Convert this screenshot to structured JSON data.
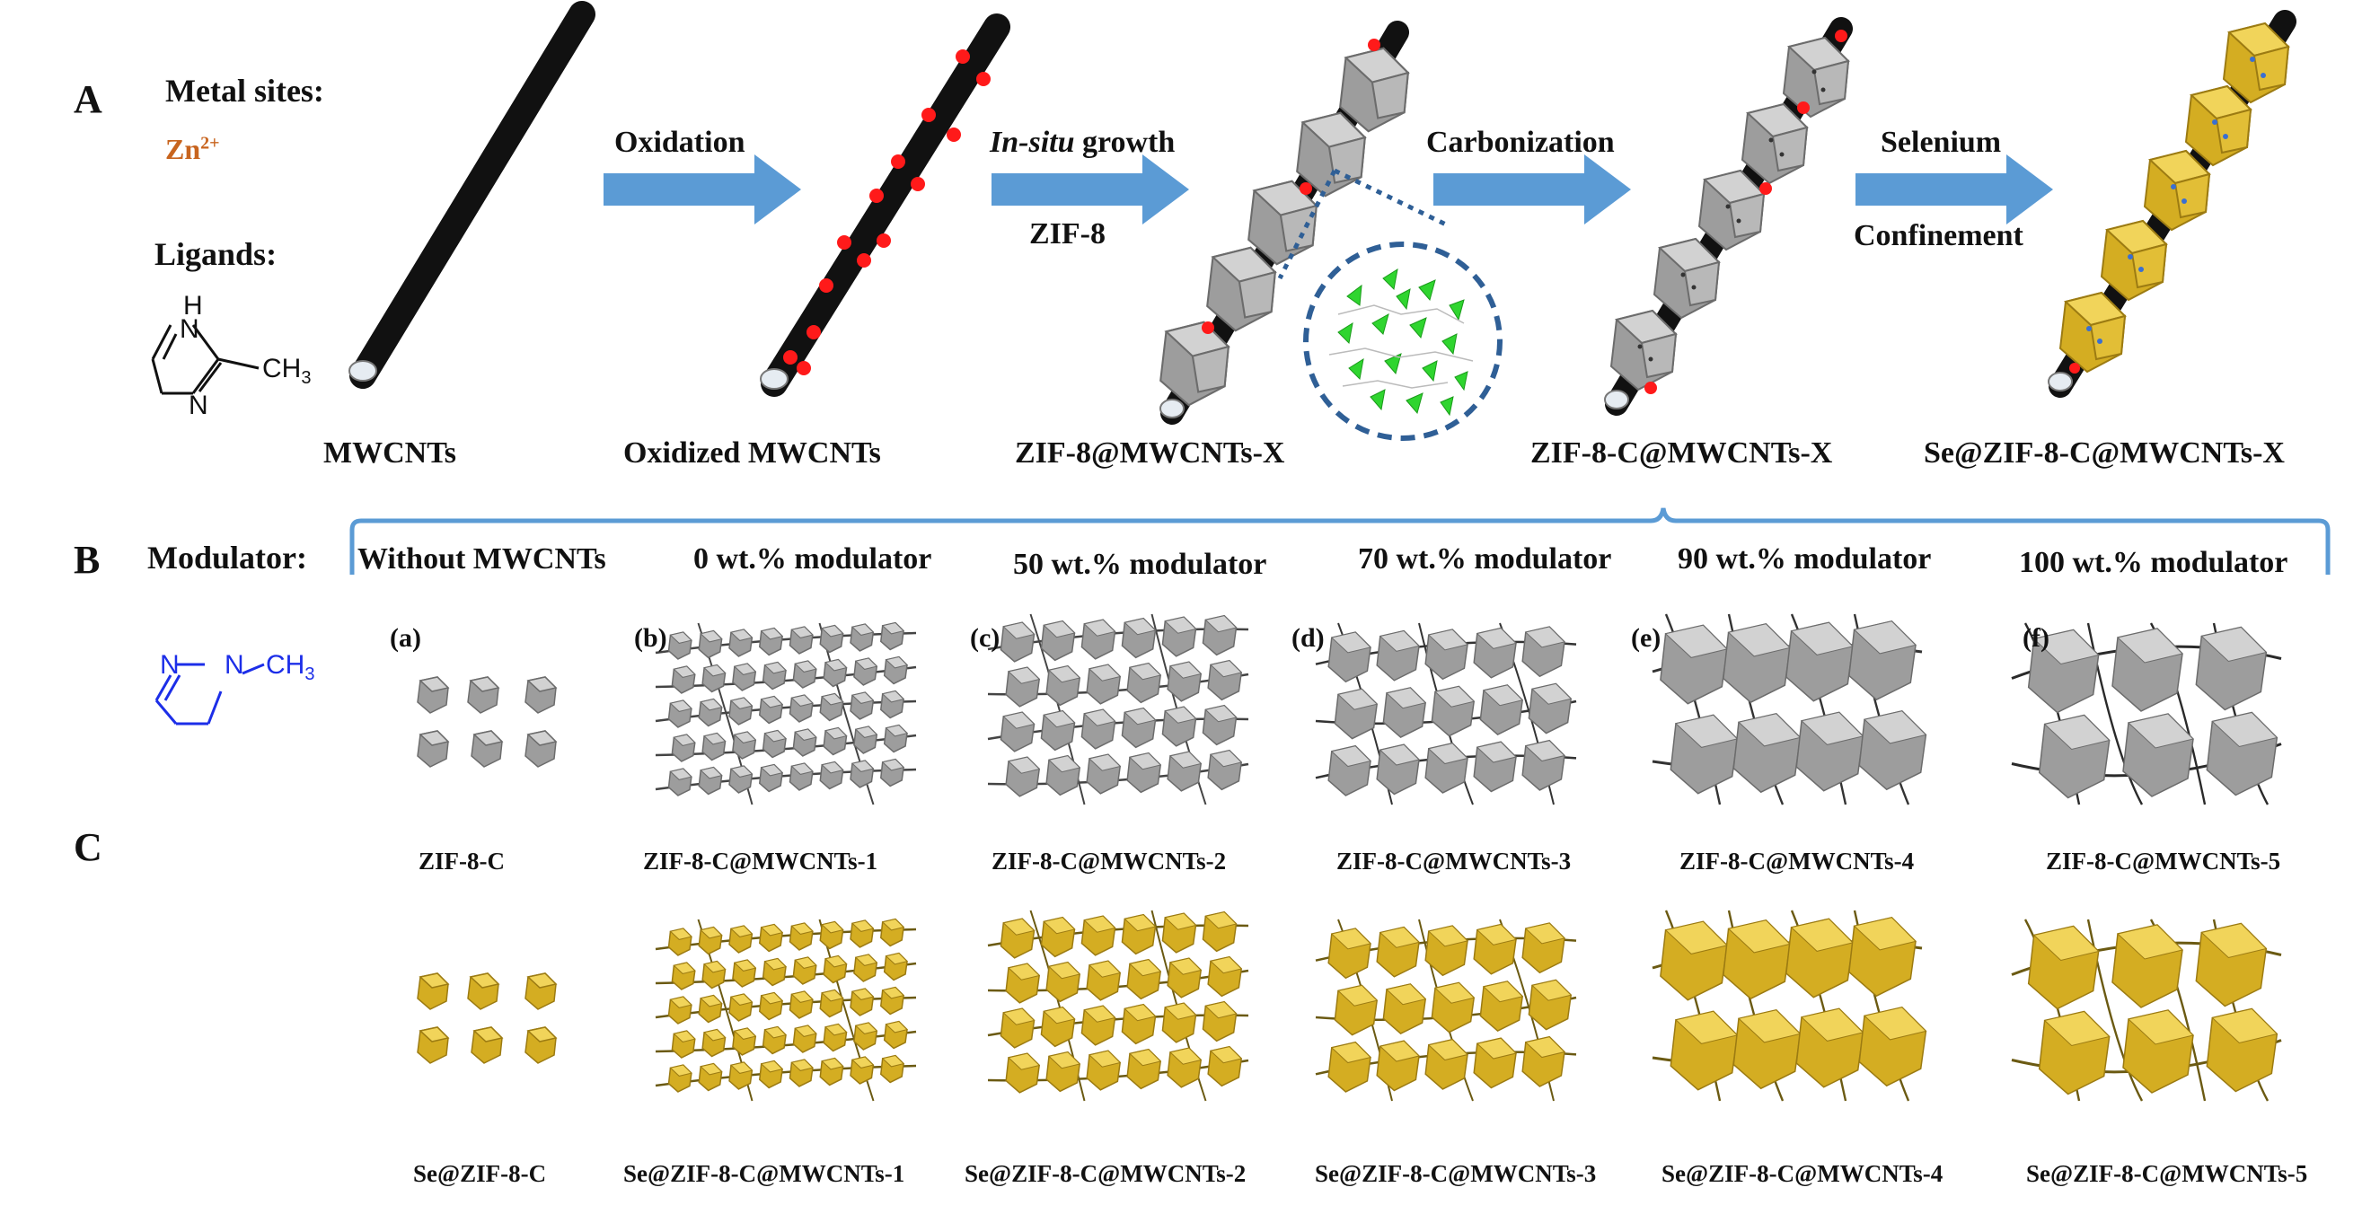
{
  "panels": {
    "a": "A",
    "b": "B",
    "c": "C"
  },
  "left": {
    "metal_sites_label": "Metal sites:",
    "metal_ion": "Zn",
    "metal_charge": "2+",
    "ligands_label": "Ligands:",
    "ligand_nh": "H",
    "ligand_n1": "N",
    "ligand_n2": "N",
    "ligand_ch3": "CH",
    "ligand_ch3_sub": "3",
    "modulator_label": "Modulator:",
    "modulator_n1": "N",
    "modulator_n2": "N",
    "modulator_ch3": "CH",
    "modulator_ch3_sub": "3"
  },
  "row_a": {
    "step1": "Oxidation",
    "step2_italic": "In-situ",
    "step2_rest": " growth",
    "step2_reagent": "ZIF-8",
    "step3": "Carbonization",
    "step4_line1": "Selenium",
    "step4_line2": "Confinement",
    "labels": [
      "MWCNTs",
      "Oxidized MWCNTs",
      "ZIF-8@MWCNTs-X",
      "ZIF-8-C@MWCNTs-X",
      "Se@ZIF-8-C@MWCNTs-X"
    ]
  },
  "row_b": {
    "conditions": [
      "Without MWCNTs",
      "0 wt.% modulator",
      "50 wt.% modulator",
      "70 wt.% modulator",
      "90 wt.% modulator",
      "100 wt.% modulator"
    ]
  },
  "row_c": {
    "letters": [
      "(a)",
      "(b)",
      "(c)",
      "(d)",
      "(e)",
      "(f)"
    ],
    "carbon_labels": [
      "ZIF-8-C",
      "ZIF-8-C@MWCNTs-1",
      "ZIF-8-C@MWCNTs-2",
      "ZIF-8-C@MWCNTs-3",
      "ZIF-8-C@MWCNTs-4",
      "ZIF-8-C@MWCNTs-5"
    ],
    "se_labels": [
      "Se@ZIF-8-C",
      "Se@ZIF-8-C@MWCNTs-1",
      "Se@ZIF-8-C@MWCNTs-2",
      "Se@ZIF-8-C@MWCNTs-3",
      "Se@ZIF-8-C@MWCNTs-4",
      "Se@ZIF-8-C@MWCNTs-5"
    ]
  },
  "colors": {
    "arrow": "#5b9bd5",
    "bracket": "#5b9bd5",
    "tube": "#141414",
    "defect": "#ff1a1a",
    "zif_gray": "#a9a9a9",
    "se_gold": "#e8c53a",
    "zn_orange": "#c8641e",
    "modulator_blue": "#1c2ee8",
    "zoom_circle": "#2f5f96",
    "crystal_green": "#2fd52f"
  }
}
